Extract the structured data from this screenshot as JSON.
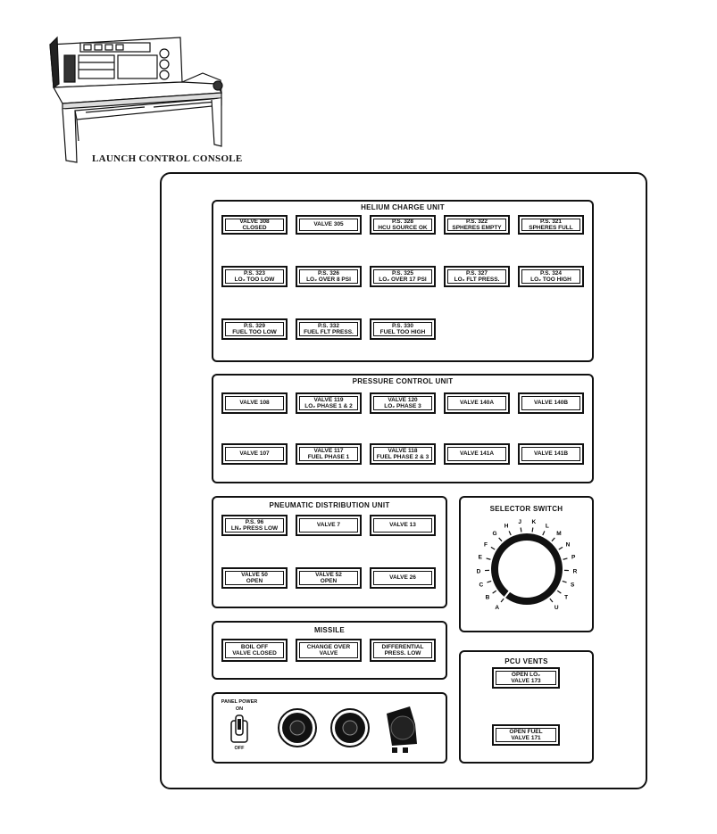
{
  "console": {
    "caption": "LAUNCH CONTROL CONSOLE"
  },
  "helium_charge_unit": {
    "title": "HELIUM CHARGE UNIT",
    "lamps": [
      [
        "VALVE 308",
        "CLOSED"
      ],
      [
        "VALVE 305"
      ],
      [
        "P.S. 328",
        "HCU SOURCE OK"
      ],
      [
        "P.S. 322",
        "SPHERES EMPTY"
      ],
      [
        "P.S. 321",
        "SPHERES FULL"
      ],
      [
        "P.S. 323",
        "LO₂ TOO LOW"
      ],
      [
        "P.S. 326",
        "LO₂ OVER 8 PSI"
      ],
      [
        "P.S. 325",
        "LO₂ OVER 17 PSI"
      ],
      [
        "P.S. 327",
        "LO₂ FLT PRESS."
      ],
      [
        "P.S. 324",
        "LO₂ TOO HIGH"
      ],
      [
        "P.S. 329",
        "FUEL TOO LOW"
      ],
      [
        "P.S. 332",
        "FUEL FLT PRESS."
      ],
      [
        "P.S. 330",
        "FUEL TOO HIGH"
      ]
    ]
  },
  "pressure_control_unit": {
    "title": "PRESSURE CONTROL UNIT",
    "lamps": [
      [
        "VALVE 108"
      ],
      [
        "VALVE 119",
        "LO₂ PHASE 1 & 2"
      ],
      [
        "VALVE 120",
        "LO₂ PHASE 3"
      ],
      [
        "VALVE 140A"
      ],
      [
        "VALVE 140B"
      ],
      [
        "VALVE 107"
      ],
      [
        "VALVE 117",
        "FUEL PHASE 1"
      ],
      [
        "VALVE 118",
        "FUEL PHASE 2 & 3"
      ],
      [
        "VALVE 141A"
      ],
      [
        "VALVE 141B"
      ]
    ]
  },
  "pneumatic_distribution_unit": {
    "title": "PNEUMATIC DISTRIBUTION UNIT",
    "lamps": [
      [
        "P.S. 96",
        "LN₂ PRESS LOW"
      ],
      [
        "VALVE 7"
      ],
      [
        "VALVE 13"
      ],
      [
        "VALVE 50",
        "OPEN"
      ],
      [
        "VALVE 52",
        "OPEN"
      ],
      [
        "VALVE 26"
      ]
    ]
  },
  "missile": {
    "title": "MISSILE",
    "lamps": [
      [
        "BOIL OFF",
        "VALVE CLOSED"
      ],
      [
        "CHANGE OVER",
        "VALVE"
      ],
      [
        "DIFFERENTIAL",
        "PRESS. LOW"
      ]
    ]
  },
  "selector_switch": {
    "title": "SELECTOR SWITCH",
    "positions": [
      "A",
      "B",
      "C",
      "D",
      "E",
      "F",
      "G",
      "H",
      "J",
      "K",
      "L",
      "M",
      "N",
      "P",
      "R",
      "S",
      "T",
      "U"
    ]
  },
  "pcu_vents": {
    "title": "PCU VENTS",
    "lamps": [
      [
        "OPEN LO₂",
        "VALVE 173"
      ],
      [
        "OPEN FUEL",
        "VALVE 171"
      ]
    ]
  },
  "panel_power": {
    "label_top": "PANEL POWER",
    "on_label": "ON",
    "off_label": "OFF"
  }
}
